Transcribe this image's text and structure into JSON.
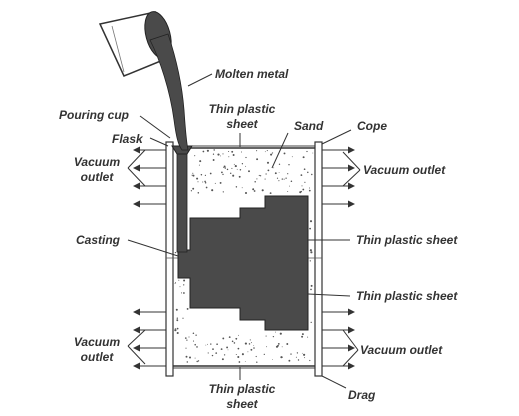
{
  "diagram": {
    "labels": {
      "molten_metal": "Molten metal",
      "pouring_cup": "Pouring cup",
      "thin_plastic_sheet_top": [
        "Thin plastic",
        "sheet"
      ],
      "sand": "Sand",
      "cope": "Cope",
      "flask": "Flask",
      "vacuum_outlet_left_top": [
        "Vacuum",
        "outlet"
      ],
      "vacuum_outlet_right_top": "Vacuum outlet",
      "casting": "Casting",
      "thin_plastic_sheet_right_1": "Thin plastic sheet",
      "thin_plastic_sheet_right_2": "Thin plastic sheet",
      "vacuum_outlet_left_bottom": [
        "Vacuum",
        "outlet"
      ],
      "vacuum_outlet_right_bottom": "Vacuum outlet",
      "thin_plastic_sheet_bottom": [
        "Thin plastic",
        "sheet"
      ],
      "drag": "Drag"
    },
    "colors": {
      "metal": "#4a4a4a",
      "sand_dots": "#555555",
      "line": "#333333"
    }
  }
}
